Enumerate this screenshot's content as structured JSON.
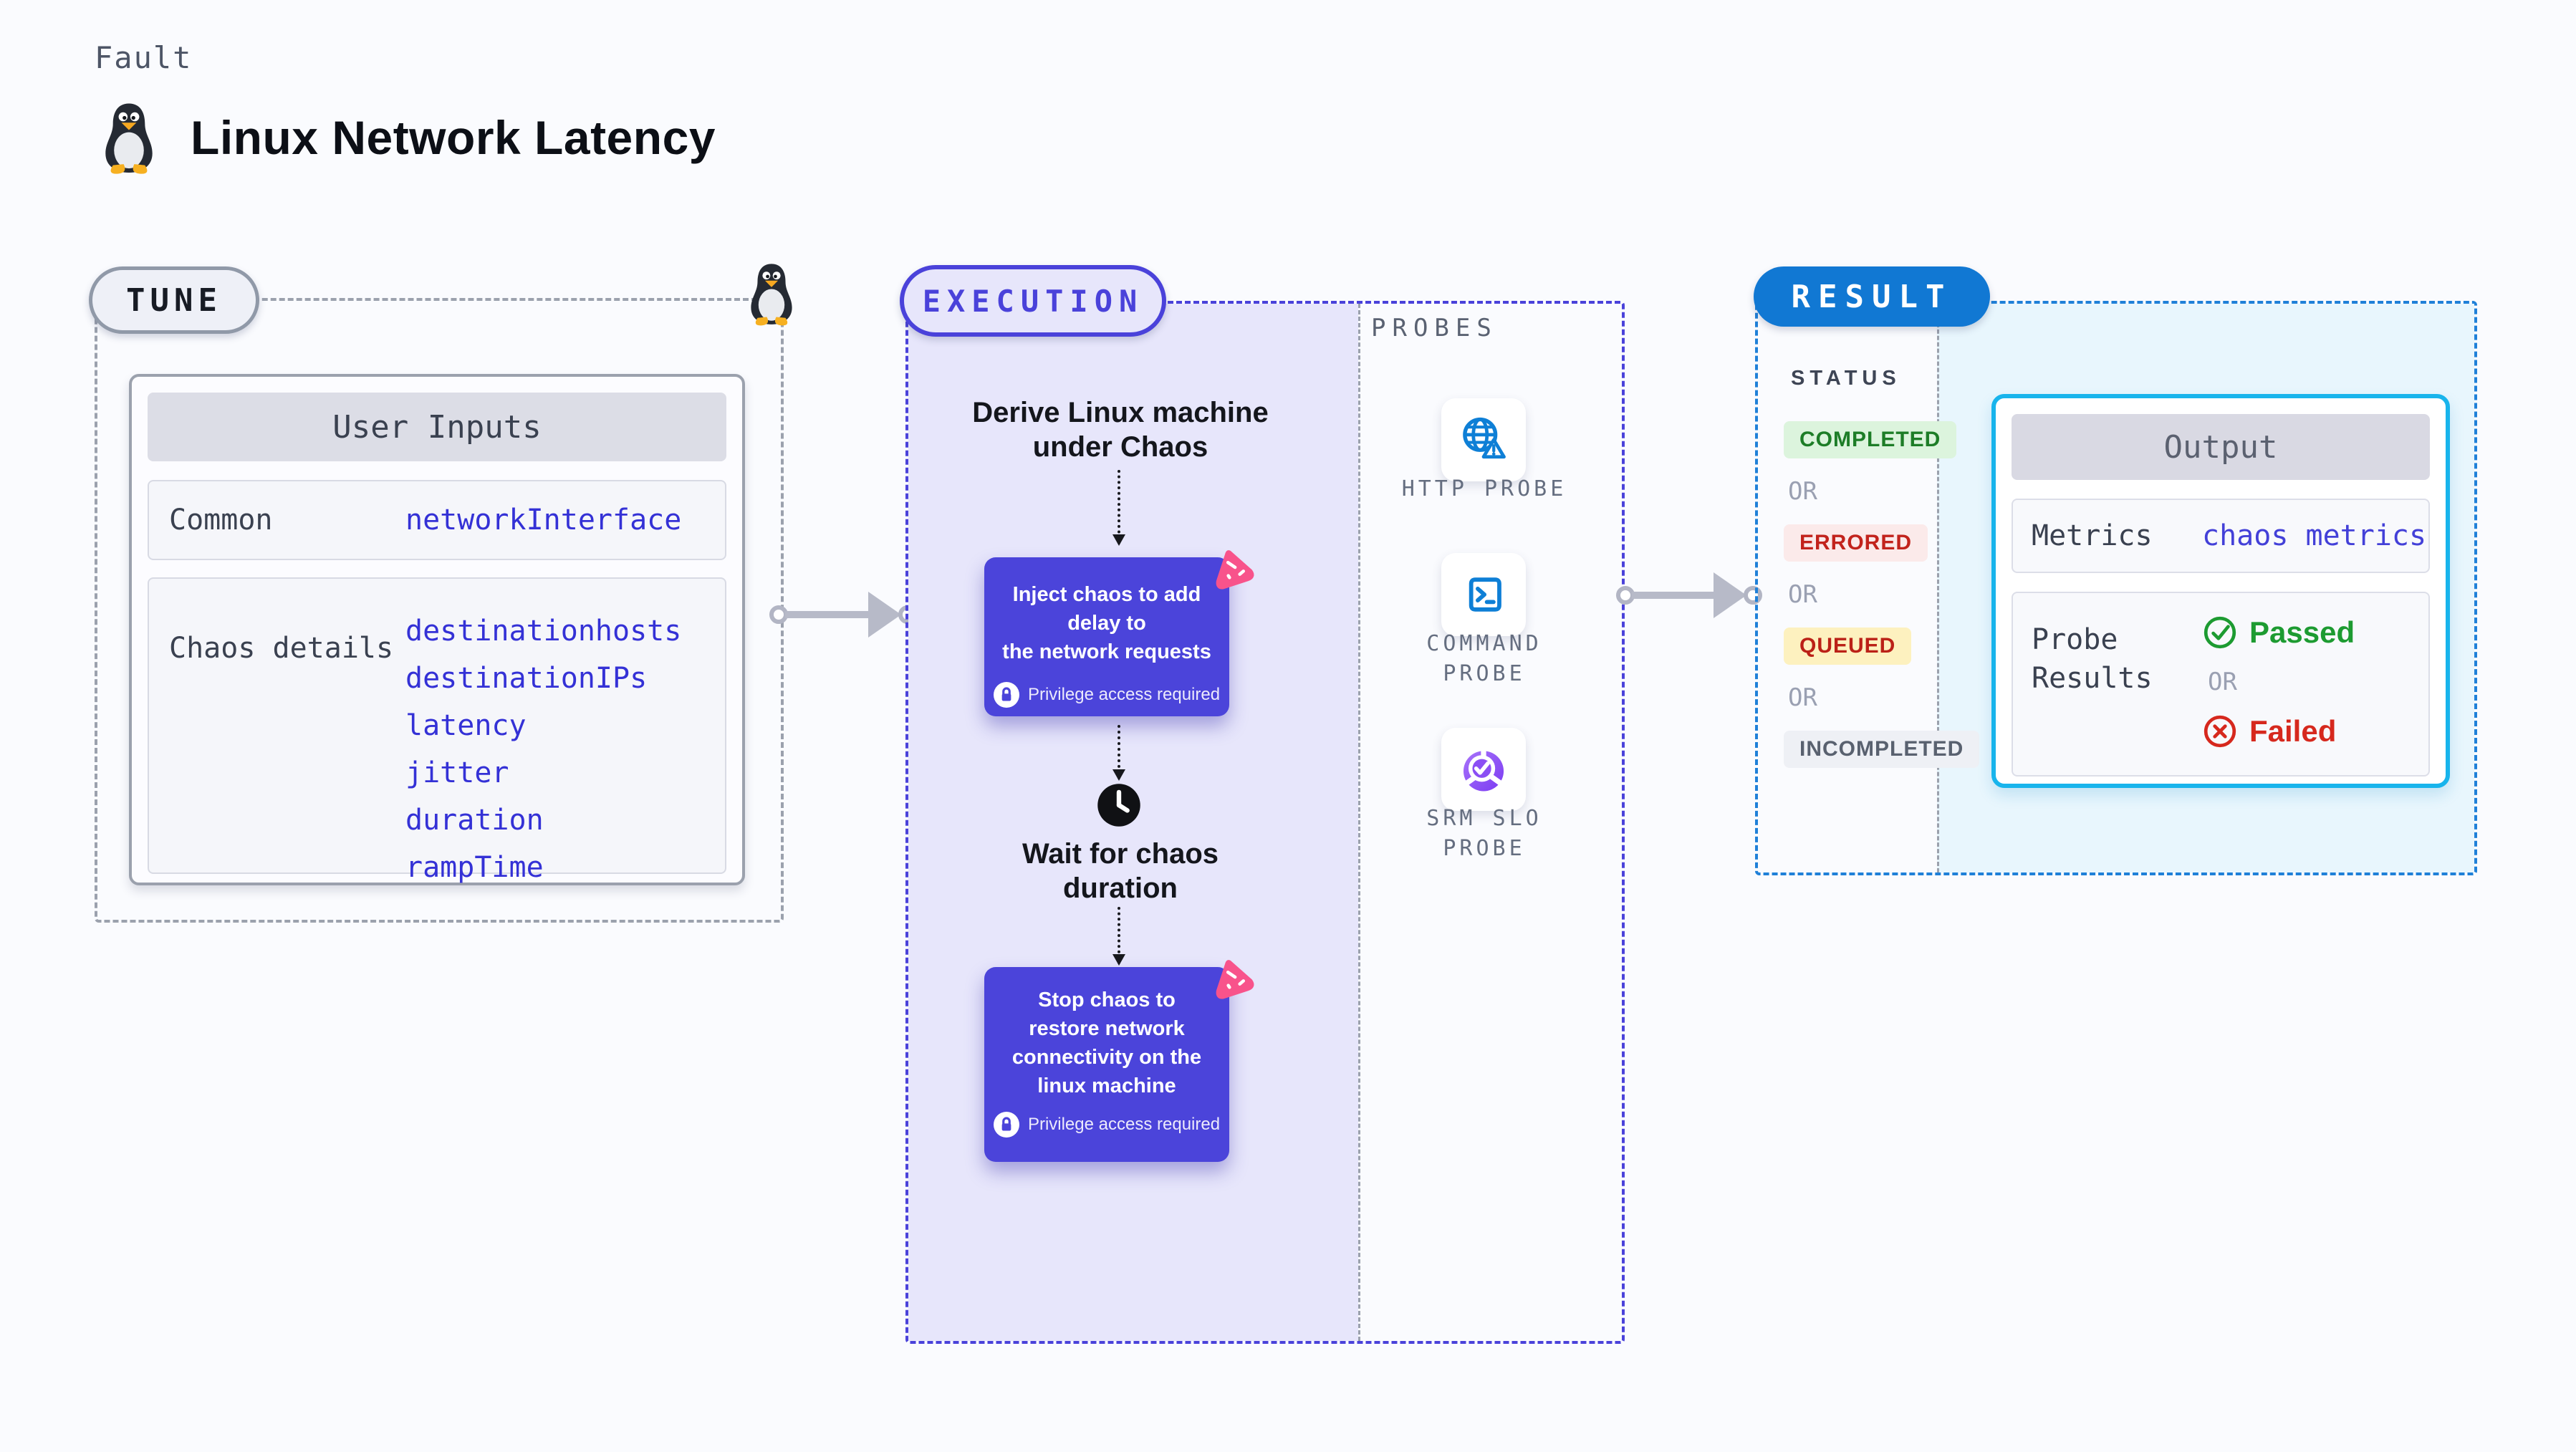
{
  "header": {
    "kicker": "Fault",
    "title": "Linux Network Latency",
    "penguin_icon": "tux-penguin"
  },
  "tune": {
    "badge": "TUNE",
    "user_inputs": {
      "header": "User Inputs",
      "rows": [
        {
          "label": "Common",
          "values": [
            "networkInterface"
          ]
        },
        {
          "label": "Chaos details",
          "values": [
            "destinationhosts",
            "destinationIPs",
            "latency",
            "jitter",
            "duration",
            "rampTime"
          ]
        }
      ]
    }
  },
  "execution": {
    "badge": "EXECUTION",
    "derive_step": "Derive Linux machine\nunder Chaos",
    "inject_step": {
      "title": "Inject chaos to add delay to\nthe network requests",
      "privilege": "Privilege access required"
    },
    "wait_step": "Wait for chaos\nduration",
    "stop_step": {
      "title": "Stop chaos to\nrestore network\nconnectivity on the\nlinux machine",
      "privilege": "Privilege access required"
    }
  },
  "probes": {
    "heading": "PROBES",
    "items": [
      {
        "label": "HTTP PROBE",
        "icon": "globe-alert-icon"
      },
      {
        "label": "COMMAND\nPROBE",
        "icon": "terminal-icon"
      },
      {
        "label": "SRM SLO\nPROBE",
        "icon": "slo-donut-icon"
      }
    ]
  },
  "result": {
    "badge": "RESULT",
    "status_heading": "STATUS",
    "or_label": "OR",
    "statuses": [
      {
        "label": "COMPLETED"
      },
      {
        "label": "ERRORED"
      },
      {
        "label": "QUEUED"
      },
      {
        "label": "INCOMPLETED"
      }
    ],
    "output": {
      "header": "Output",
      "metrics_label": "Metrics",
      "metrics_value": "chaos metrics",
      "probe_results_label": "Probe\nResults",
      "passed_label": "Passed",
      "or_label": "OR",
      "failed_label": "Failed"
    }
  },
  "colors": {
    "background": "#fafbfe",
    "accent_indigo": "#4b44da",
    "value_indigo": "#3431d6",
    "lavender_fill": "#e7e6fb",
    "result_blue": "#1178d3",
    "cyan_border": "#18b4ec",
    "cyan_fill": "#e8f6fd",
    "chaos_pink": "#f8538b",
    "probe_icon_blue": "#0e7fd6",
    "passed_green": "#1d9b31",
    "failed_red": "#d6281d",
    "completed_bg": "#dcf4dd",
    "completed_text": "#1d7d27",
    "errored_bg": "#fbeaea",
    "errored_text": "#c2231c",
    "queued_bg": "#fdf1bf",
    "queued_text": "#bb2117",
    "incompleted_bg": "#eef0f5",
    "incompleted_text": "#59616f",
    "arrow_gray": "#b7bac8"
  }
}
